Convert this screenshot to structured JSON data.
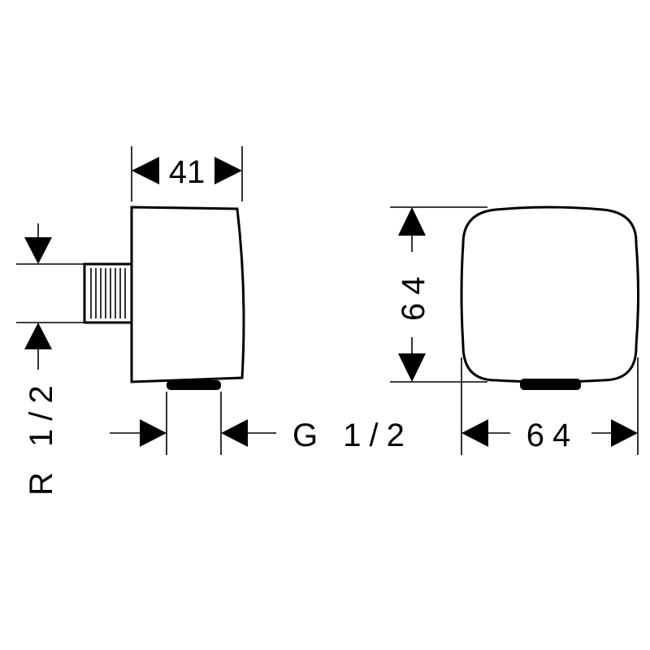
{
  "drawing": {
    "side_view": {
      "depth_label": "41",
      "inlet_thread_label": "R 1/2",
      "outlet_thread_label": "G 1/2"
    },
    "front_view": {
      "height_label": "64",
      "width_label": "64"
    },
    "colors": {
      "line": "#000000",
      "background": "#ffffff"
    }
  }
}
